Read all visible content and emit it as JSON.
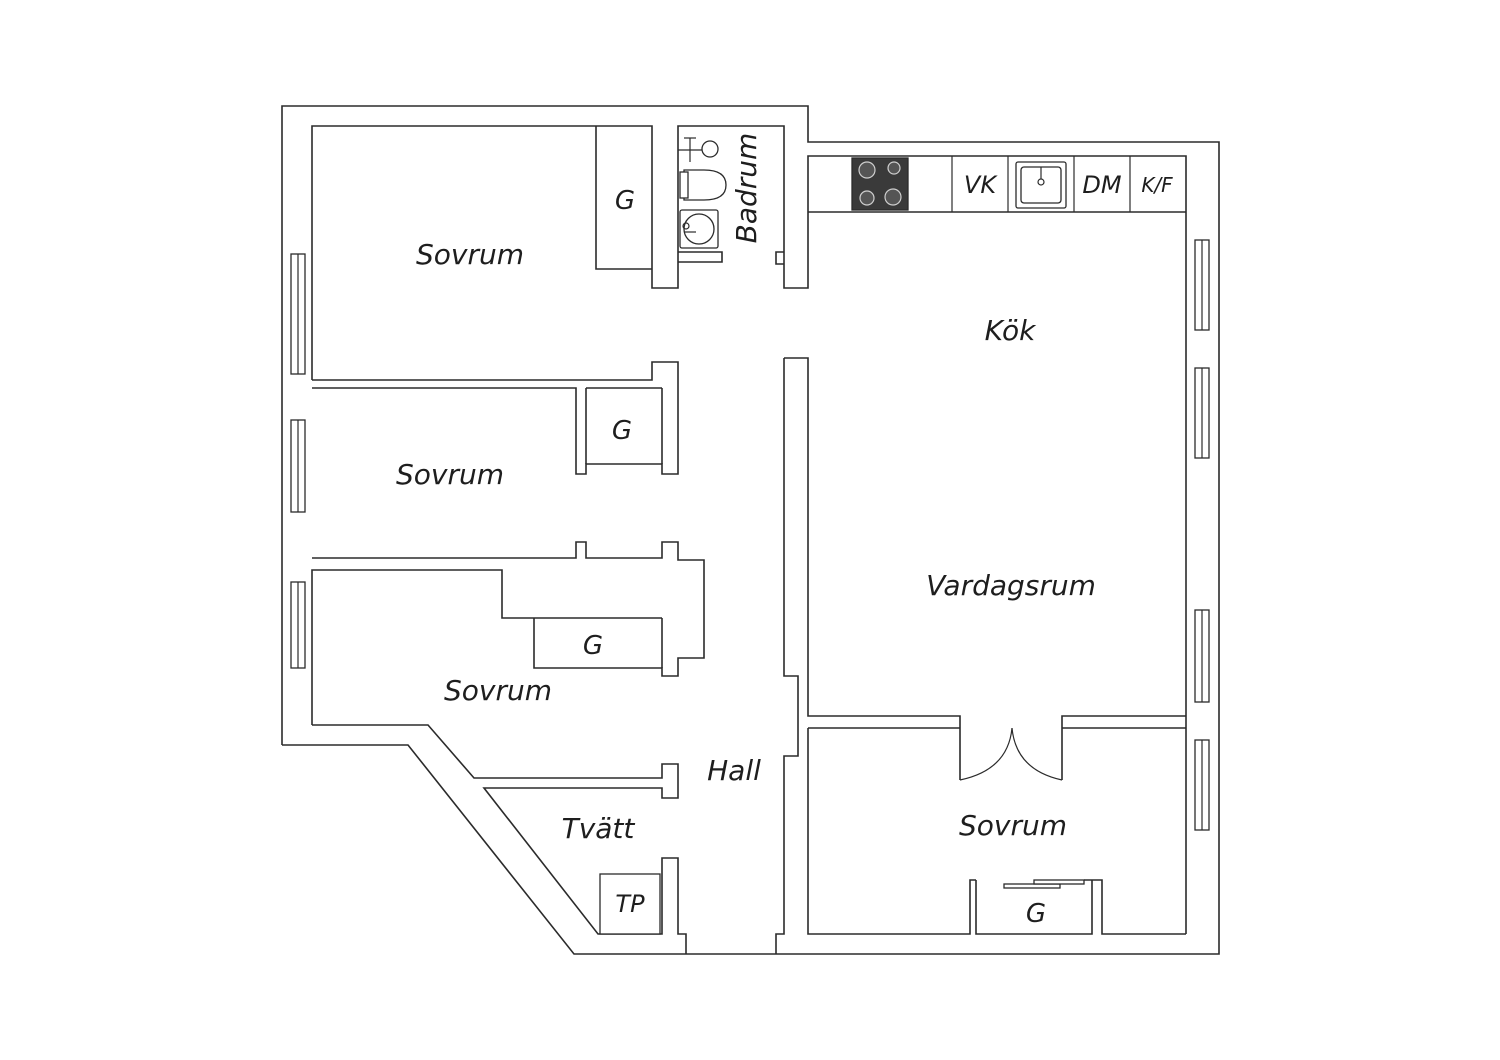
{
  "rooms": {
    "sovrum_1": "Sovrum",
    "sovrum_2": "Sovrum",
    "sovrum_3": "Sovrum",
    "sovrum_4": "Sovrum",
    "badrum": "Badrum",
    "kok": "Kök",
    "vardagsrum": "Vardagsrum",
    "hall": "Hall",
    "tvatt": "Tvätt"
  },
  "closets": {
    "g_1": "G",
    "g_2": "G",
    "g_3": "G",
    "g_4": "G"
  },
  "appliances": {
    "vk": "VK",
    "dm": "DM",
    "kf": "K/F",
    "tp": "TP"
  },
  "icons": [
    "stove-icon",
    "sink-icon",
    "toilet-icon",
    "washbasin-icon",
    "shower-icon",
    "window-icon",
    "double-door-icon"
  ],
  "colors": {
    "line": "#2b2b2b",
    "stove": "#3a3a3a",
    "background": "#ffffff"
  }
}
